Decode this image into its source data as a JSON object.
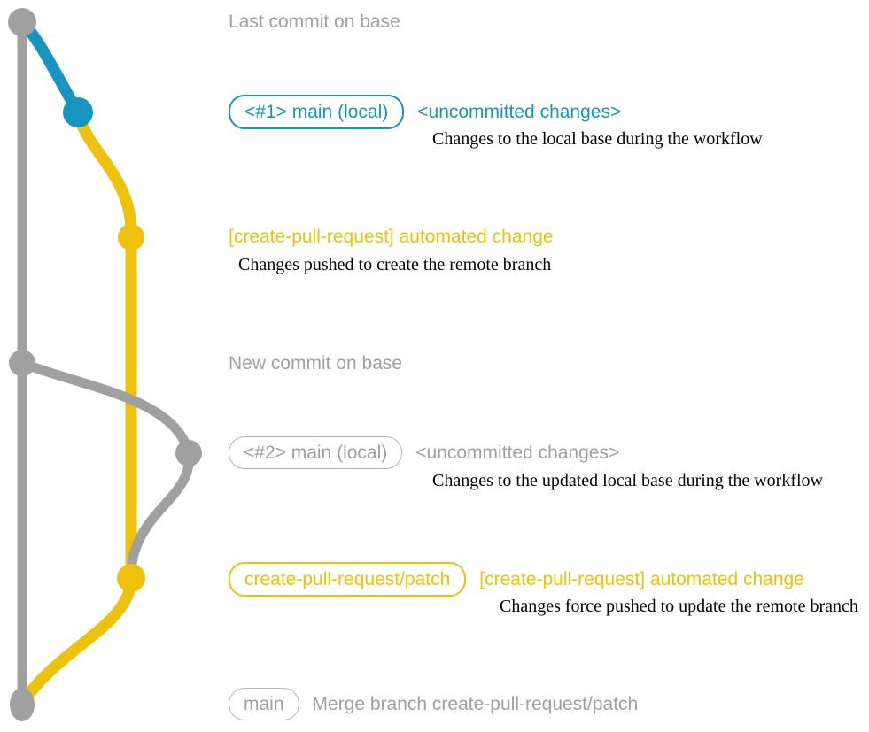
{
  "colors": {
    "blue": "#1795be",
    "yellow": "#eec10c",
    "gray": "#a0a0a0",
    "description_text": "#000000"
  },
  "graph": {
    "branches": [
      {
        "name": "base",
        "color_key": "gray"
      },
      {
        "name": "main (local)",
        "color_key": "blue"
      },
      {
        "name": "create-pull-request/patch",
        "color_key": "yellow"
      }
    ],
    "commits": [
      {
        "name": "last-commit-on-base",
        "color_key": "gray"
      },
      {
        "name": "main-local-1",
        "color_key": "blue"
      },
      {
        "name": "create-pull-request-change-1",
        "color_key": "yellow"
      },
      {
        "name": "new-commit-on-base",
        "color_key": "gray"
      },
      {
        "name": "main-local-2",
        "color_key": "gray"
      },
      {
        "name": "create-pull-request-change-2",
        "color_key": "yellow"
      },
      {
        "name": "merge-commit",
        "color_key": "gray"
      }
    ]
  },
  "rows": {
    "last_commit": {
      "title": "Last commit on base"
    },
    "commit1": {
      "badge": "<#1> main (local)",
      "heading": "<uncommitted changes>",
      "description": "Changes to the local base during the workflow"
    },
    "cpr1": {
      "heading": "[create-pull-request] automated change",
      "description": "Changes pushed to create the remote branch"
    },
    "new_commit": {
      "title": "New commit on base"
    },
    "commit2": {
      "badge": "<#2> main (local)",
      "heading": "<uncommitted changes>",
      "description": "Changes to the updated local base during the workflow"
    },
    "cpr2": {
      "badge": "create-pull-request/patch",
      "heading": "[create-pull-request] automated change",
      "description": "Changes force pushed to update the remote branch"
    },
    "merge": {
      "badge": "main",
      "title": "Merge branch create-pull-request/patch"
    }
  }
}
